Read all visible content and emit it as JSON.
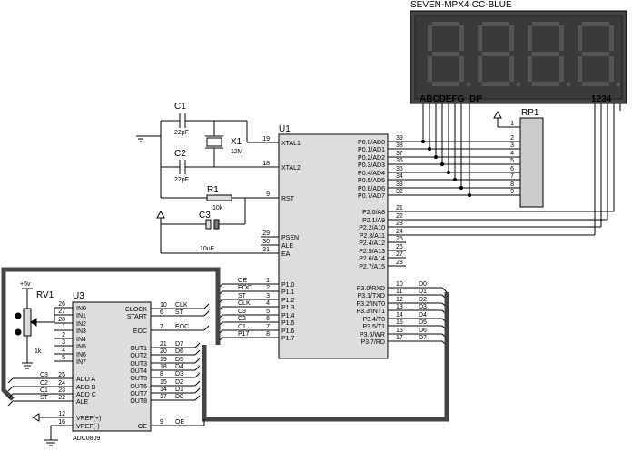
{
  "display": {
    "title": "SEVEN-MPX4-CC-BLUE",
    "seg_label": "ABCDEFG",
    "dp_label": "DP",
    "digit_label": "1234"
  },
  "rp1": {
    "ref": "RP1",
    "pins": [
      "1",
      "2",
      "3",
      "4",
      "5",
      "6",
      "7",
      "8",
      "9"
    ]
  },
  "u1": {
    "ref": "U1",
    "left_pins": [
      {
        "num": "19",
        "name": "XTAL1"
      },
      {
        "num": "18",
        "name": "XTAL2"
      },
      {
        "num": "9",
        "name": "RST"
      },
      {
        "num": "29",
        "name": "PSEN"
      },
      {
        "num": "30",
        "name": "ALE"
      },
      {
        "num": "31",
        "name": "EA"
      },
      {
        "num": "1",
        "name": "P1.0"
      },
      {
        "num": "2",
        "name": "P1.1"
      },
      {
        "num": "3",
        "name": "P1.2"
      },
      {
        "num": "4",
        "name": "P1.3"
      },
      {
        "num": "5",
        "name": "P1.4"
      },
      {
        "num": "6",
        "name": "P1.5"
      },
      {
        "num": "7",
        "name": "P1.6"
      },
      {
        "num": "8",
        "name": "P1.7"
      }
    ],
    "right_pins": [
      {
        "num": "39",
        "name": "P0.0/AD0"
      },
      {
        "num": "38",
        "name": "P0.1/AD1"
      },
      {
        "num": "37",
        "name": "P0.2/AD2"
      },
      {
        "num": "36",
        "name": "P0.3/AD3"
      },
      {
        "num": "35",
        "name": "P0.4/AD4"
      },
      {
        "num": "34",
        "name": "P0.5/AD5"
      },
      {
        "num": "33",
        "name": "P0.6/AD6"
      },
      {
        "num": "32",
        "name": "P0.7/AD7"
      },
      {
        "num": "21",
        "name": "P2.0/A8"
      },
      {
        "num": "22",
        "name": "P2.1/A9"
      },
      {
        "num": "23",
        "name": "P2.2/A10"
      },
      {
        "num": "24",
        "name": "P2.3/A11"
      },
      {
        "num": "25",
        "name": "P2.4/A12"
      },
      {
        "num": "26",
        "name": "P2.5/A13"
      },
      {
        "num": "27",
        "name": "P2.6/A14"
      },
      {
        "num": "28",
        "name": "P2.7/A15"
      },
      {
        "num": "10",
        "name": "P3.0/RXD"
      },
      {
        "num": "11",
        "name": "P3.1/TXD"
      },
      {
        "num": "12",
        "name": "P3.2/INT0"
      },
      {
        "num": "13",
        "name": "P3.3/INT1"
      },
      {
        "num": "14",
        "name": "P3.4/T0"
      },
      {
        "num": "15",
        "name": "P3.5/T1"
      },
      {
        "num": "16",
        "name": "P3.6/WR"
      },
      {
        "num": "17",
        "name": "P3.7/RD"
      }
    ],
    "p1_nets": [
      "OE",
      "EOC",
      "ST",
      "CLK",
      "C3",
      "C2",
      "C1",
      "P17"
    ],
    "p3_nets": [
      "D0",
      "D1",
      "D2",
      "D3",
      "D4",
      "D5",
      "D6",
      "D7"
    ]
  },
  "c1": {
    "ref": "C1",
    "value": "22pF"
  },
  "c2": {
    "ref": "C2",
    "value": "22pF"
  },
  "x1": {
    "ref": "X1",
    "value": "12M"
  },
  "r1": {
    "ref": "R1",
    "value": "10k"
  },
  "c3": {
    "ref": "C3",
    "value": "10uF"
  },
  "rv1": {
    "ref": "RV1",
    "value": "1k",
    "supply": "+5v"
  },
  "u3": {
    "ref": "U3",
    "part": "ADC0809",
    "left_pins": [
      {
        "num": "26",
        "name": "IN0"
      },
      {
        "num": "27",
        "name": "IN1"
      },
      {
        "num": "28",
        "name": "IN2"
      },
      {
        "num": "1",
        "name": "IN3"
      },
      {
        "num": "2",
        "name": "IN4"
      },
      {
        "num": "3",
        "name": "IN5"
      },
      {
        "num": "4",
        "name": "IN6"
      },
      {
        "num": "5",
        "name": "IN7"
      },
      {
        "num": "25",
        "name": "ADD A"
      },
      {
        "num": "24",
        "name": "ADD B"
      },
      {
        "num": "23",
        "name": "ADD C"
      },
      {
        "num": "22",
        "name": "ALE"
      },
      {
        "num": "12",
        "name": "VREF(+)"
      },
      {
        "num": "16",
        "name": "VREF(-)"
      }
    ],
    "right_pins": [
      {
        "num": "10",
        "name": "CLOCK"
      },
      {
        "num": "6",
        "name": "START"
      },
      {
        "num": "7",
        "name": "EOC"
      },
      {
        "num": "21",
        "name": "OUT1"
      },
      {
        "num": "20",
        "name": "OUT2"
      },
      {
        "num": "19",
        "name": "OUT3"
      },
      {
        "num": "18",
        "name": "OUT4"
      },
      {
        "num": "8",
        "name": "OUT5"
      },
      {
        "num": "15",
        "name": "OUT6"
      },
      {
        "num": "14",
        "name": "OUT7"
      },
      {
        "num": "17",
        "name": "OUT8"
      },
      {
        "num": "9",
        "name": "OE"
      }
    ],
    "left_nets": [
      "C3",
      "C2",
      "C1",
      "ST"
    ],
    "right_nets": [
      "CLK",
      "ST",
      "EOC",
      "D7",
      "D6",
      "D5",
      "D4",
      "D3",
      "D2",
      "D1",
      "D0",
      "OE"
    ]
  }
}
